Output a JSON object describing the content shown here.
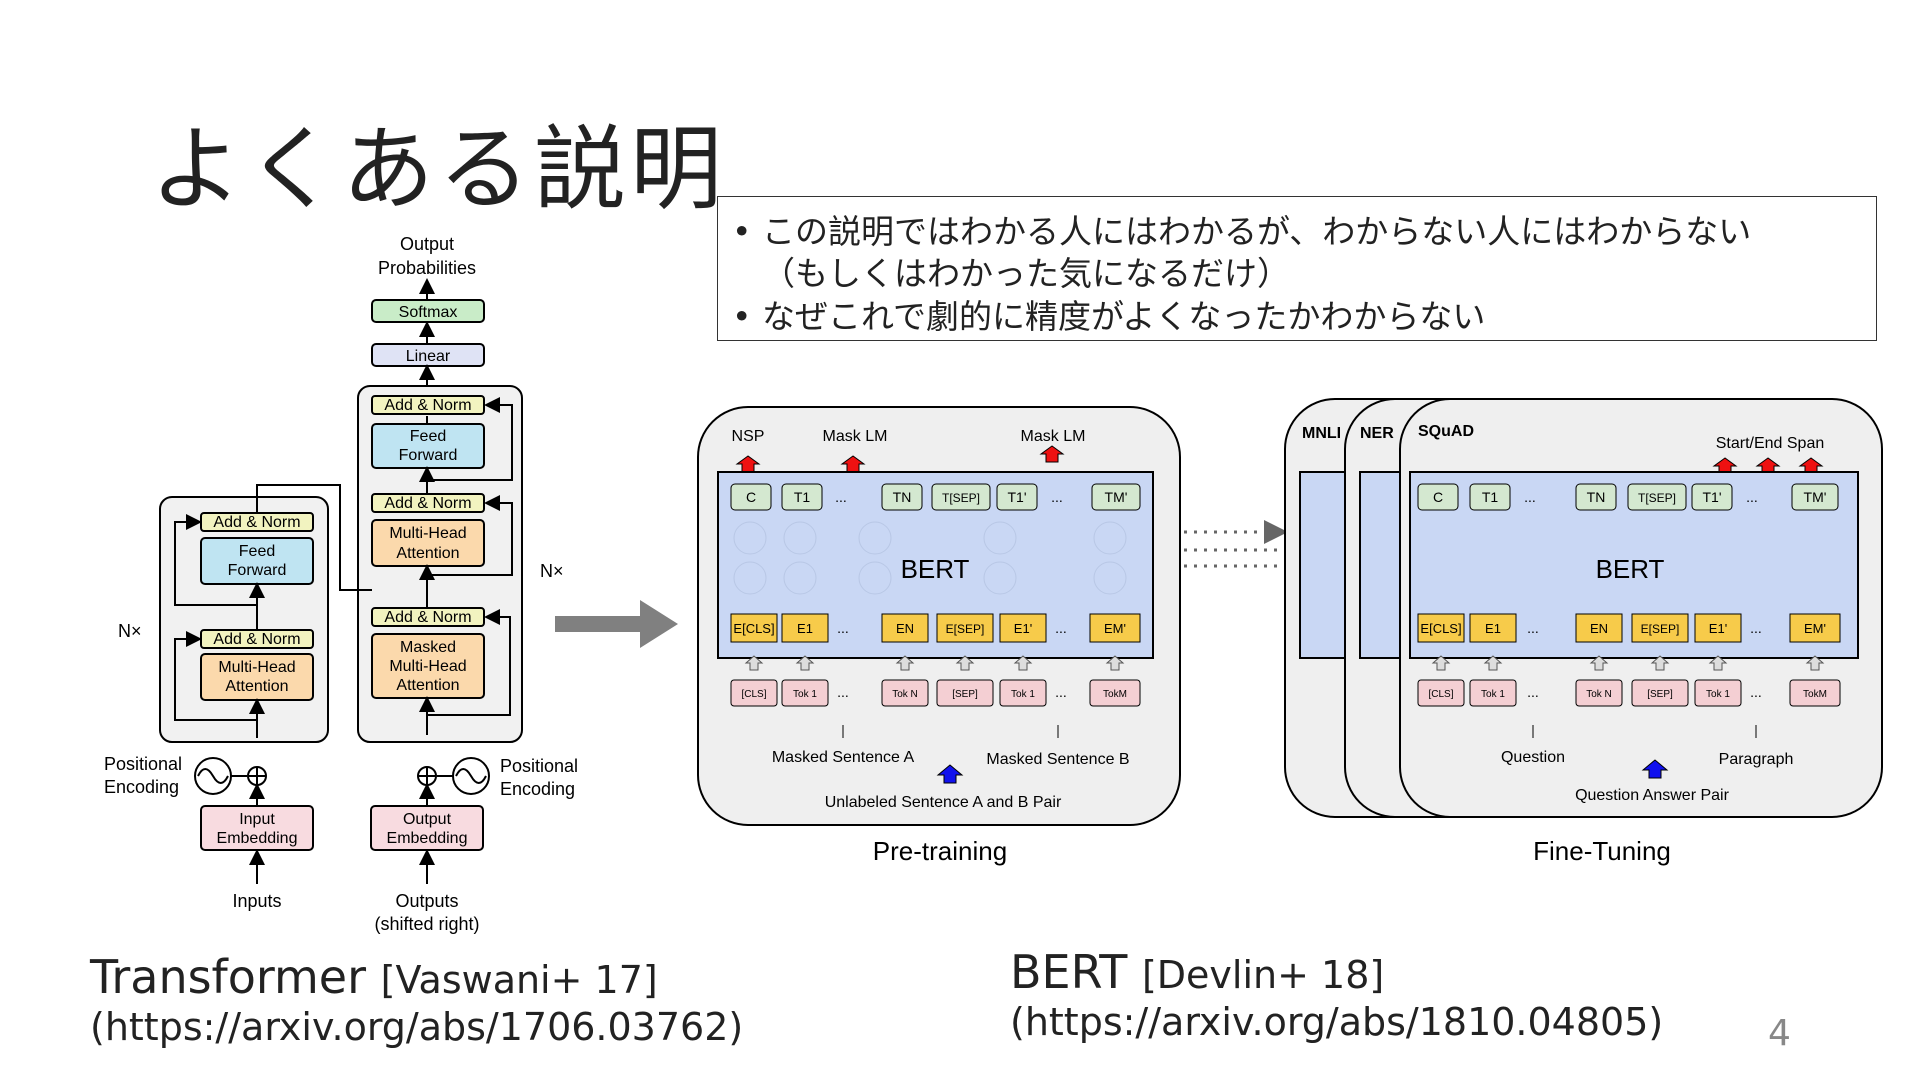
{
  "slide": {
    "title": "よくある説明",
    "page_number": "4"
  },
  "notes": [
    "• この説明ではわかる人にはわかるが、わからない人にはわからない",
    "（もしくはわかった気になるだけ）",
    "• なぜこれで劇的に精度がよくなったかわからない"
  ],
  "transformer": {
    "output_probabilities": [
      "Output",
      "Probabilities"
    ],
    "softmax": "Softmax",
    "linear": "Linear",
    "add_norm": "Add & Norm",
    "feed_forward": [
      "Feed",
      "Forward"
    ],
    "multi_head_attention": [
      "Multi-Head",
      "Attention"
    ],
    "masked_multi_head_attention": [
      "Masked",
      "Multi-Head",
      "Attention"
    ],
    "nx": "N×",
    "positional_encoding": [
      "Positional",
      "Encoding"
    ],
    "input_embedding": [
      "Input",
      "Embedding"
    ],
    "output_embedding": [
      "Output",
      "Embedding"
    ],
    "inputs": "Inputs",
    "outputs": [
      "Outputs",
      "(shifted right)"
    ]
  },
  "bert": {
    "pretraining_caption": "Pre-training",
    "finetuning_caption": "Fine-Tuning",
    "model_label": "BERT",
    "pre_heads": [
      "NSP",
      "Mask LM",
      "Mask LM"
    ],
    "fine_tabs": [
      "MNLI",
      "NER",
      "SQuAD"
    ],
    "fine_head": "Start/End Span",
    "top_tokens": [
      "C",
      "T1",
      "TN",
      "T[SEP]",
      "T1'",
      "TM'"
    ],
    "emb_tokens": [
      "E[CLS]",
      "E1",
      "EN",
      "E[SEP]",
      "E1'",
      "EM'"
    ],
    "input_tokens": [
      "[CLS]",
      "Tok 1",
      "Tok N",
      "[SEP]",
      "Tok 1",
      "TokM"
    ],
    "ellipsis": "...",
    "pre_sentence_a": "Masked Sentence A",
    "pre_sentence_b": "Masked Sentence B",
    "pre_pair": "Unlabeled Sentence A and B Pair",
    "fine_question": "Question",
    "fine_paragraph": "Paragraph",
    "fine_pair": "Question Answer Pair"
  },
  "captions": {
    "transformer_name": "Transformer",
    "transformer_ref": "[Vaswani+ 17]",
    "transformer_url": "(https://arxiv.org/abs/1706.03762)",
    "bert_name": "BERT",
    "bert_ref": "[Devlin+ 18]",
    "bert_url": "(https://arxiv.org/abs/1810.04805)"
  },
  "colors": {
    "softmax": "#c9ecc8",
    "linear": "#dfe3f5",
    "add_norm": "#f2f3c0",
    "feed_forward": "#bfe4f2",
    "attention": "#fbd9ac",
    "embedding": "#f8dbe0",
    "bert_body": "#c9d7f4",
    "bert_emb": "#f7cb4a",
    "bert_top": "#d4e8d0",
    "bert_input": "#f4cfd3",
    "arrow_red": "#ee1111",
    "arrow_blue": "#1111ee",
    "panel_bg": "#efefef"
  }
}
